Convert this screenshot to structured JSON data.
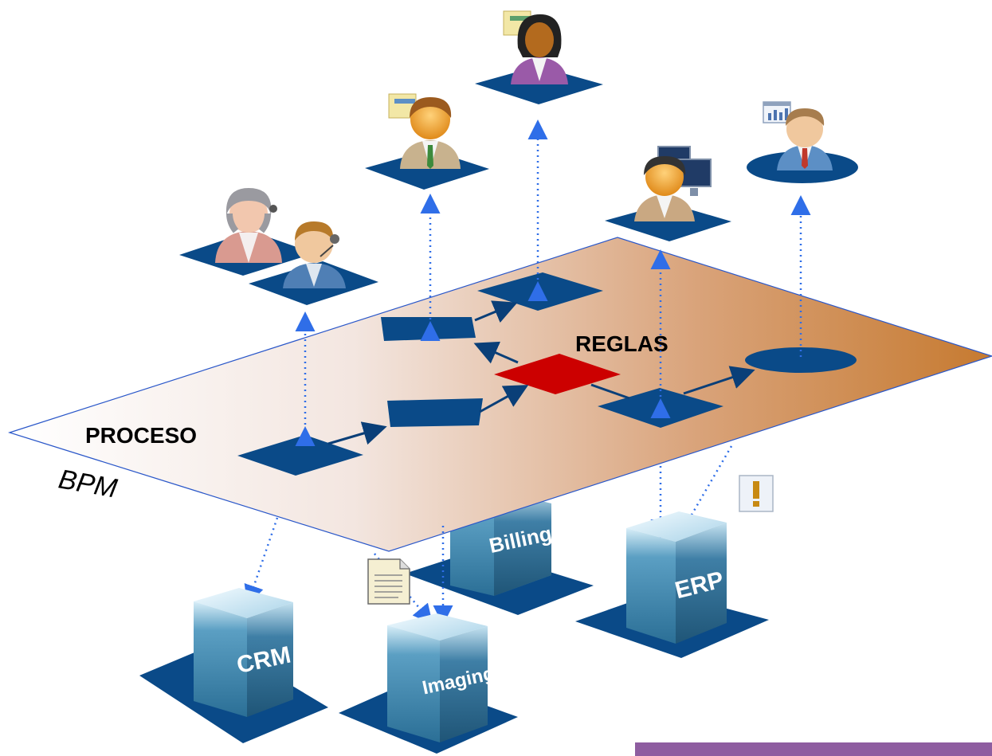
{
  "labels": {
    "process": "PROCESO",
    "rules": "REGLAS",
    "platform": "BPM"
  },
  "systems": [
    {
      "id": "crm",
      "label": "CRM"
    },
    {
      "id": "imaging",
      "label": "Imaging"
    },
    {
      "id": "billing",
      "label": "Billing"
    },
    {
      "id": "erp",
      "label": "ERP"
    }
  ],
  "colors": {
    "plane_start": "#ffffff",
    "plane_end": "#c67a30",
    "task_blue": "#0a4a88",
    "decision_red": "#cc0000",
    "link_blue": "#2f6ee8",
    "footer_bar": "#8e5da0",
    "server_blue": "#3f89b0"
  },
  "icons": {
    "warning": "exclamation-icon",
    "document": "document-icon"
  }
}
